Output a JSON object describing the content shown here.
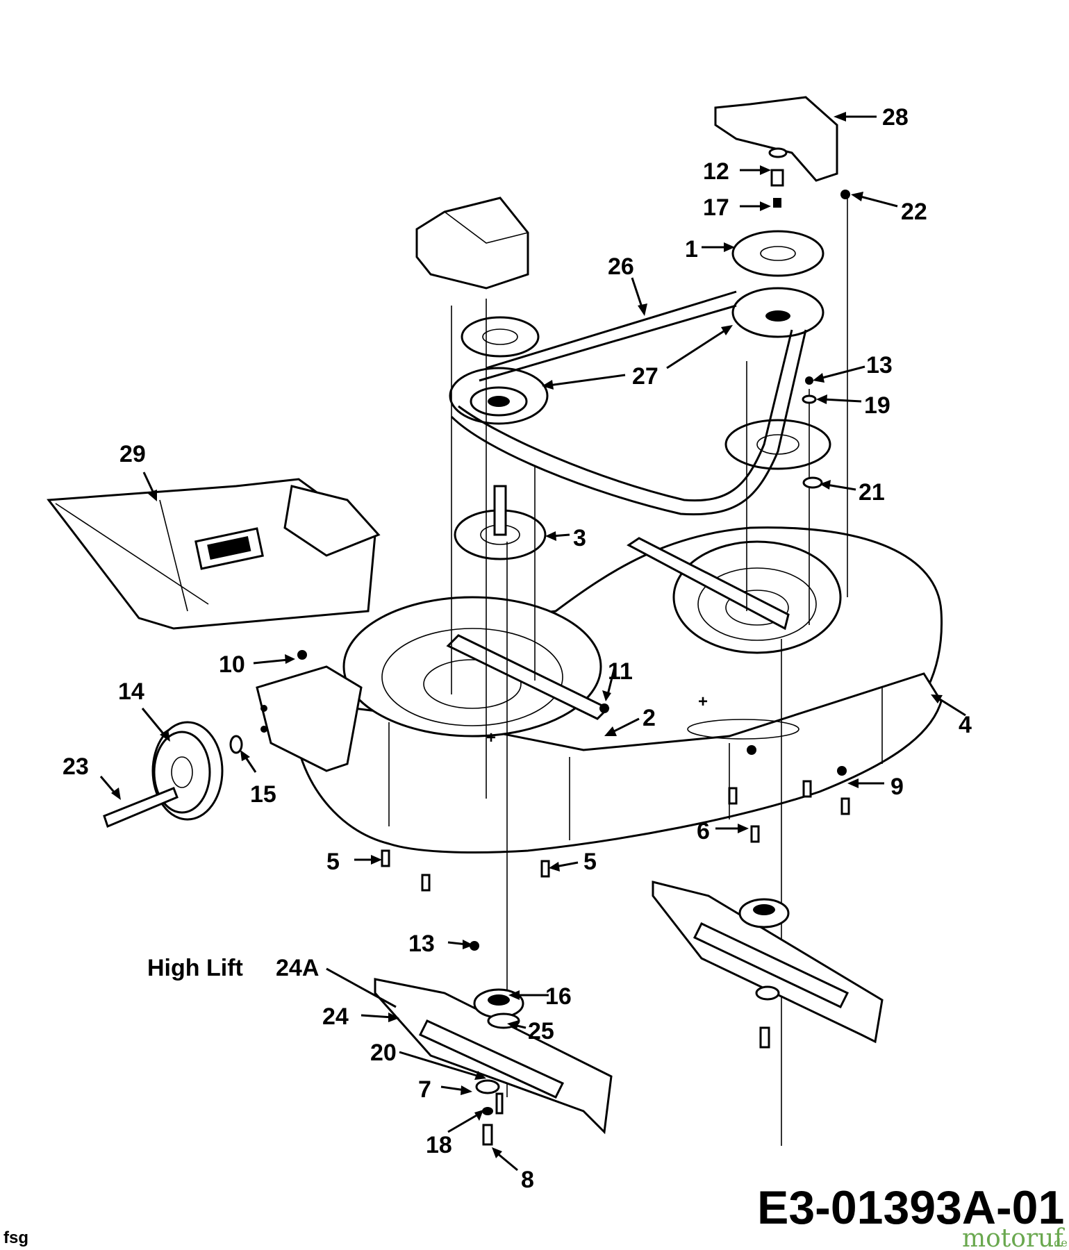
{
  "diagram": {
    "document_id": "E3-01393A-01",
    "corner_mark": "fsg",
    "watermark": {
      "brand": "motoruf",
      "suffix": ".de"
    },
    "annotations": {
      "high_lift": "High Lift",
      "high_lift_part": "24A"
    },
    "callouts": [
      "1",
      "2",
      "3",
      "4",
      "5",
      "5",
      "6",
      "7",
      "8",
      "9",
      "10",
      "11",
      "12",
      "13",
      "13",
      "14",
      "15",
      "16",
      "17",
      "18",
      "19",
      "20",
      "21",
      "22",
      "23",
      "24",
      "25",
      "26",
      "27",
      "28",
      "29"
    ]
  }
}
